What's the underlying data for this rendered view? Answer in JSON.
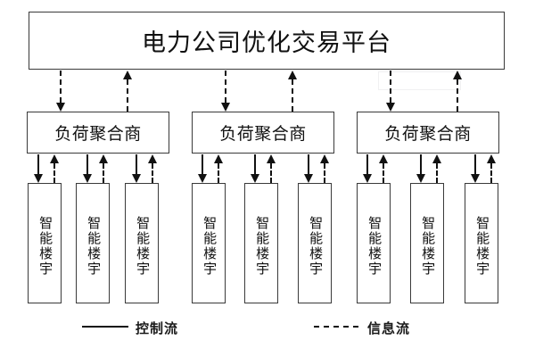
{
  "diagram": {
    "title_box": {
      "label": "电力公司优化交易平台"
    },
    "aggregators": [
      {
        "label": "负荷聚合商"
      },
      {
        "label": "负荷聚合商"
      },
      {
        "label": "负荷聚合商"
      }
    ],
    "buildings": [
      {
        "label": "智能楼宇"
      },
      {
        "label": "智能楼宇"
      },
      {
        "label": "智能楼宇"
      },
      {
        "label": "智能楼宇"
      },
      {
        "label": "智能楼宇"
      },
      {
        "label": "智能楼宇"
      },
      {
        "label": "智能楼宇"
      },
      {
        "label": "智能楼宇"
      },
      {
        "label": "智能楼宇"
      }
    ],
    "legend": {
      "control_flow_label": "控制流",
      "information_flow_label": "信息流",
      "control_flow_style": "solid",
      "information_flow_style": "dashed"
    },
    "colors": {
      "stroke": "#111111",
      "box_border": "#3a3a3a",
      "background": "#ffffff",
      "ghost_outline": "#f0f0f2"
    }
  }
}
